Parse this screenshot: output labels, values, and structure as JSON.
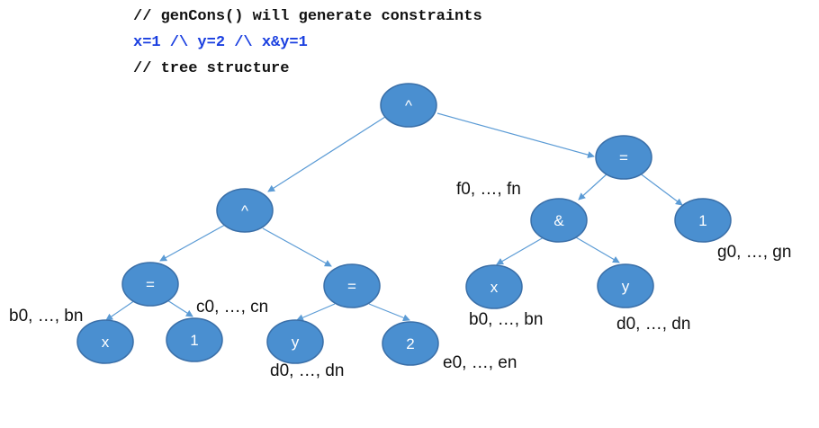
{
  "code": {
    "line1": "// genCons() will generate constraints",
    "line2": "x=1 /\\ y=2 /\\ x&y=1",
    "line3": "// tree structure"
  },
  "colors": {
    "node_fill": "#4a8fd0",
    "edge": "#5b9bd5",
    "code_highlight": "#1a3fe0"
  },
  "nodes": {
    "root": "^",
    "left_and": "^",
    "right_eq": "=",
    "left_eq1": "=",
    "left_eq2": "=",
    "bitand": "&",
    "right_one": "1",
    "x1": "x",
    "one1": "1",
    "y1": "y",
    "two": "2",
    "x2": "x",
    "y2": "y"
  },
  "annotations": {
    "f": "f0, …, fn",
    "g": "g0, …, gn",
    "b_left": "b0, …, bn",
    "c": "c0, …, cn",
    "d_left": "d0, …, dn",
    "e": "e0, …, en",
    "b_right": "b0, …, bn",
    "d_right": "d0, …, dn"
  }
}
